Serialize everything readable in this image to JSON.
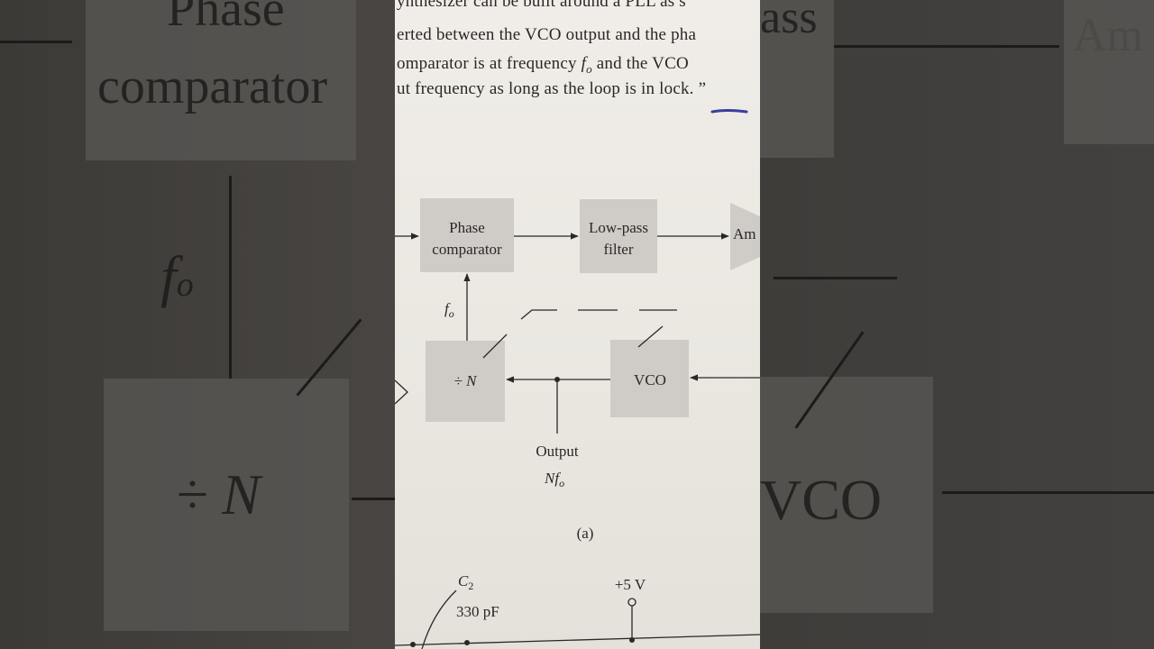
{
  "page_text": {
    "line1": "ynthesizer can be built around a PLL as s",
    "line2": "erted between the VCO output and the pha",
    "line3_a": "omparator is at frequency ",
    "line3_f": "f",
    "line3_sub": "o",
    "line3_b": " and the VCO",
    "line4": "ut frequency as long as the loop is in lock. ”"
  },
  "diagram": {
    "phase_comparator_line1": "Phase",
    "phase_comparator_line2": "comparator",
    "low_pass_line1": "Low-pass",
    "low_pass_line2": "filter",
    "amp_label": "Am",
    "divider_label": "÷ N",
    "vco_label": "VCO",
    "feedback_freq": "f",
    "feedback_freq_sub": "o",
    "output_label": "Output",
    "output_freq_n": "Nf",
    "output_freq_sub": "o",
    "caption": "(a)"
  },
  "circuit": {
    "cap_name": "C",
    "cap_sub": "2",
    "cap_value": "330 pF",
    "supply": "+5 V"
  },
  "background": {
    "phase_word": "Phase",
    "comparator_word": "comparator",
    "freq_f": "f",
    "freq_sub": "o",
    "divider_word": "÷ N",
    "vco_word": "VCO",
    "ass_word": "ass",
    "amp_word": "Am"
  },
  "colors": {
    "paper": "#ece9e3",
    "block_fill": "#cfccc7",
    "ink": "#2a2826",
    "pen_mark": "#3a3f9a"
  }
}
